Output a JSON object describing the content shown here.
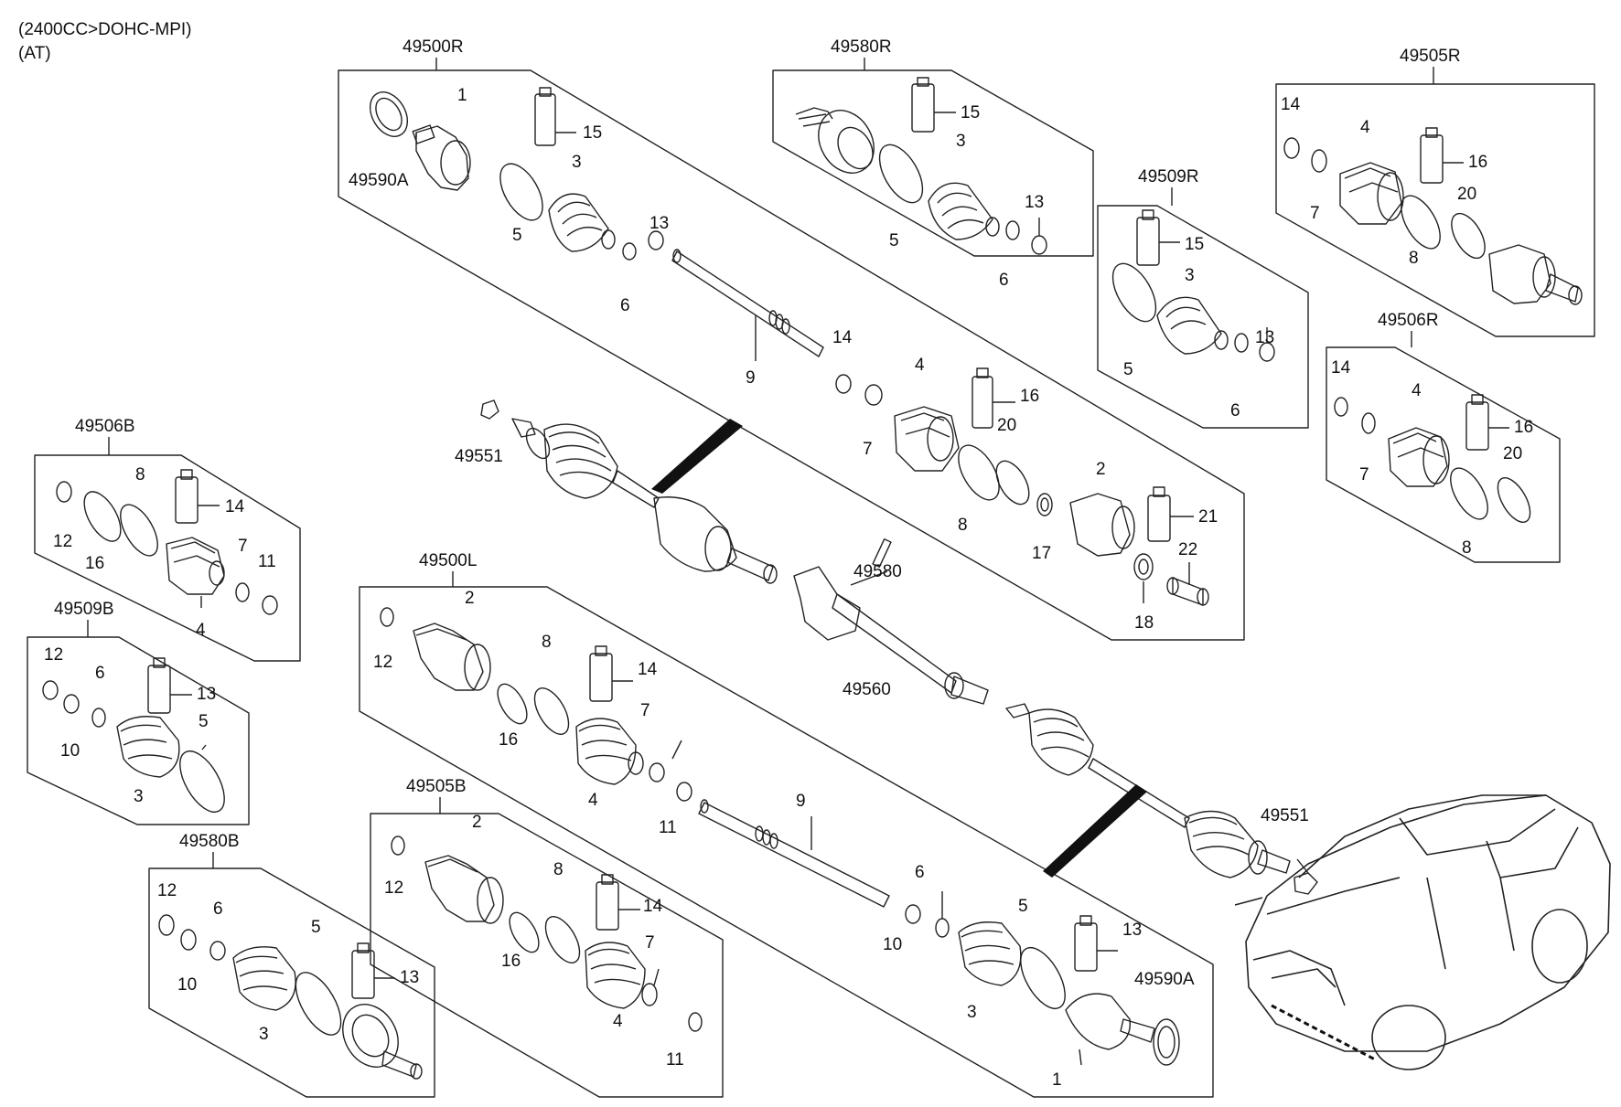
{
  "header": {
    "line1": "(2400CC>DOHC-MPI)",
    "line2": "(AT)"
  },
  "groups": {
    "g49500R": "49500R",
    "g49580R": "49580R",
    "g49505R": "49505R",
    "g49509R": "49509R",
    "g49506R": "49506R",
    "g49506B": "49506B",
    "g49509B": "49509B",
    "g49580B": "49580B",
    "g49500L": "49500L",
    "g49505B": "49505B"
  },
  "parts": {
    "p49590A": "49590A",
    "p49551": "49551",
    "p49580": "49580",
    "p49560": "49560",
    "n1": "1",
    "n2": "2",
    "n3": "3",
    "n4": "4",
    "n5": "5",
    "n6": "6",
    "n7": "7",
    "n8": "8",
    "n9": "9",
    "n10": "10",
    "n11": "11",
    "n12": "12",
    "n13": "13",
    "n14": "14",
    "n15": "15",
    "n16": "16",
    "n17": "17",
    "n18": "18",
    "n20": "20",
    "n21": "21",
    "n22": "22"
  },
  "colors": {
    "line": "#222222",
    "wedge": "#111111",
    "background": "#ffffff"
  }
}
